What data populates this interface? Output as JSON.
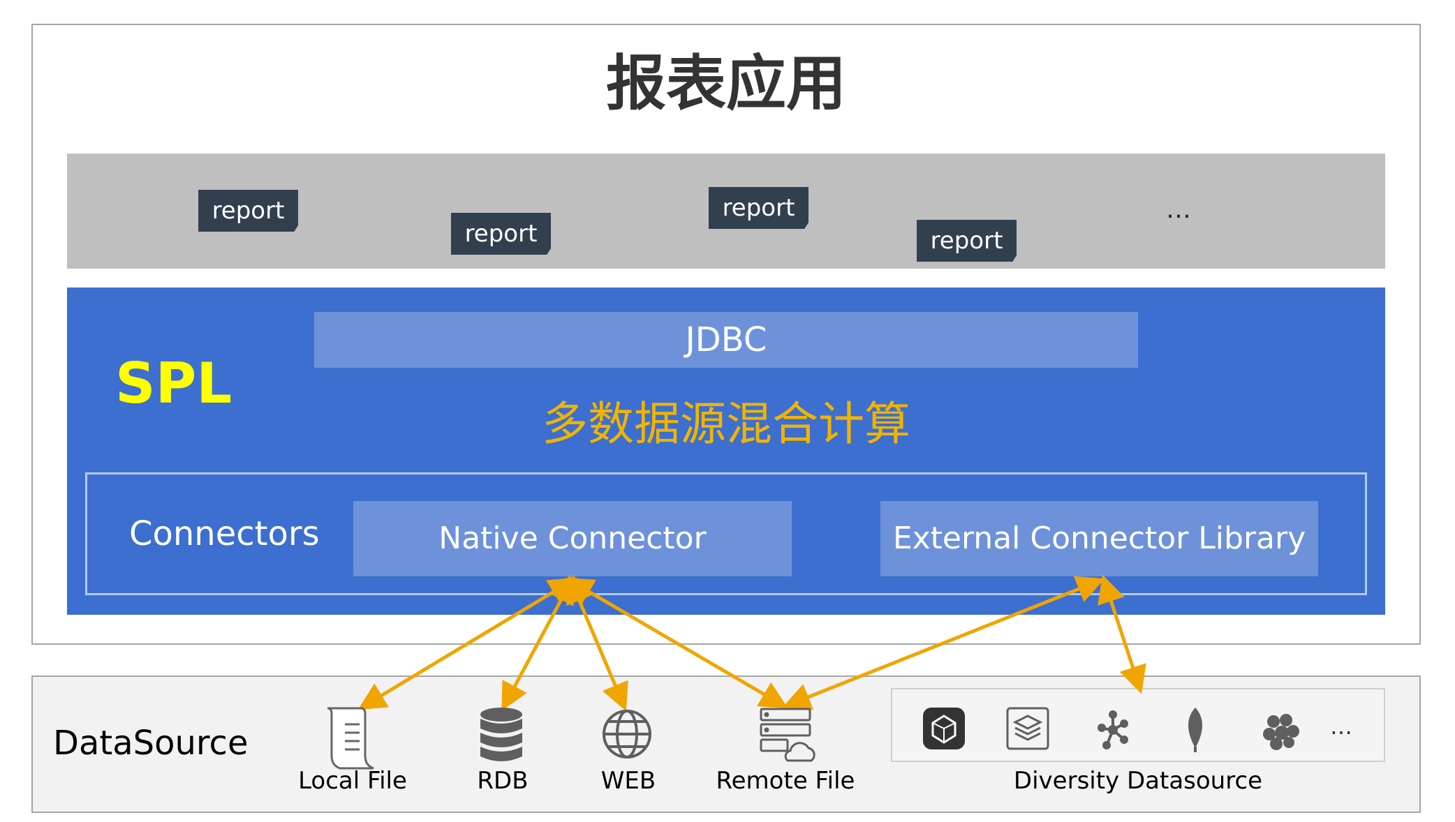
{
  "title": "报表应用",
  "reports": {
    "label": "report",
    "ellipsis": "…"
  },
  "spl": {
    "label": "SPL",
    "jdbc": "JDBC",
    "mixed_computing": "多数据源混合计算",
    "connectors_label": "Connectors",
    "native_connector": "Native Connector",
    "external_connector": "External Connector Library"
  },
  "datasource": {
    "label": "DataSource",
    "items": {
      "local_file": "Local File",
      "rdb": "RDB",
      "web": "WEB",
      "remote_file": "Remote File",
      "diversity": "Diversity Datasource"
    },
    "diversity_ellipsis": "…"
  },
  "colors": {
    "spl_panel": "#3c6fcf",
    "inner_box": "#6e92da",
    "spl_label": "#ffff00",
    "mixed_text": "#f0b400",
    "arrow": "#f0a500",
    "report_box": "#323f4f",
    "report_band": "#bfbfbf"
  },
  "icons": [
    "scroll-file-icon",
    "database-icon",
    "globe-icon",
    "server-cloud-icon",
    "dark-cube-icon",
    "layers-icon",
    "graph-nodes-icon",
    "leaf-icon",
    "cluster-icon"
  ]
}
